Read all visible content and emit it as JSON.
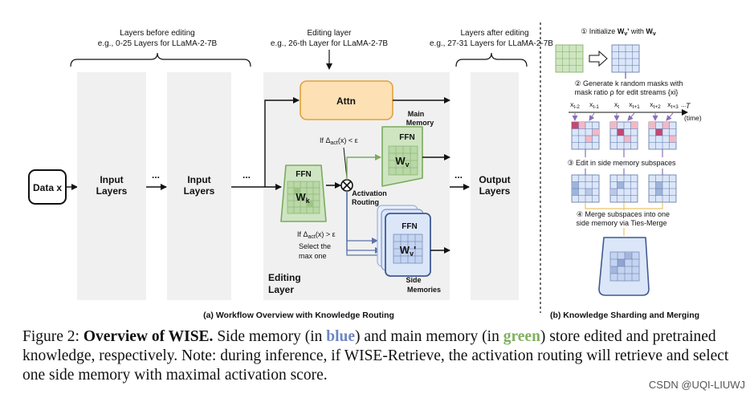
{
  "panel_a": {
    "before": {
      "line1": "Layers before editing",
      "line2": "e.g., 0-25 Layers for LLaMA-2-7B"
    },
    "editing": {
      "line1": "Editing layer",
      "line2": "e.g., 26-th Layer for LLaMA-2-7B"
    },
    "after": {
      "line1": "Layers after editing",
      "line2": "e.g., 27-31 Layers for LLaMA-2-7B"
    },
    "data_x": "Data x",
    "input_layers": "Input Layers",
    "ellipsis": "...",
    "output_layers": "Output Layers",
    "attn": "Attn",
    "ffn": "FFN",
    "w_k": "Wk",
    "w_v": "Wv",
    "w_v_prime": "Wv'",
    "main_memory": "Main Memory",
    "cond_main": "If Δact(x) < ε",
    "cond_side": "If Δact(x) > ε",
    "select_line1": "Select the",
    "select_line2": "max one",
    "activation_routing_1": "Activation",
    "activation_routing_2": "Routing",
    "side_memories_1": "Side",
    "side_memories_2": "Memories",
    "editing_layer_1": "Editing",
    "editing_layer_2": "Layer",
    "caption": "(a) Workflow Overview with Knowledge Routing"
  },
  "panel_b": {
    "step1": "① Initialize Wv' with Wv",
    "step2_line1": "② Generate k random masks with",
    "step2_line2": "mask ratio ρ for edit streams {xi}",
    "stream_labels": [
      "xt-2",
      "xt-1",
      "xt",
      "xt+1",
      "xt+2",
      "xt+3",
      "..."
    ],
    "time_label": "T",
    "time_unit": "(time)",
    "step3": "③ Edit in side memory subspaces",
    "step4_line1": "④ Merge subspaces into one",
    "step4_line2": "side memory via Ties-Merge",
    "caption": "(b) Knowledge Sharding and Merging"
  },
  "figure_caption": {
    "prefix": "Figure 2: ",
    "title": "Overview of WISE.",
    "t1": " Side memory (in ",
    "blue": "blue",
    "t2": ") and main memory (in ",
    "green": "green",
    "t3": ") store edited and pretrained knowledge, respectively. Note: during inference, if WISE-Retrieve, the activation routing will retrieve and select one side memory with maximal activation score."
  },
  "watermark": "CSDN @UQI-LIUWJ",
  "colors": {
    "green_fill": "#cfe5c2",
    "green_stroke": "#7aab5e",
    "blue_fill": "#dbe6f8",
    "blue_stroke": "#5a73a8",
    "attn_fill": "#fde0b3",
    "attn_stroke": "#e0a23b",
    "layer_fill": "#f0f0f0",
    "mask_pink": "#f2b8c6",
    "mask_dark": "#c04a72"
  }
}
